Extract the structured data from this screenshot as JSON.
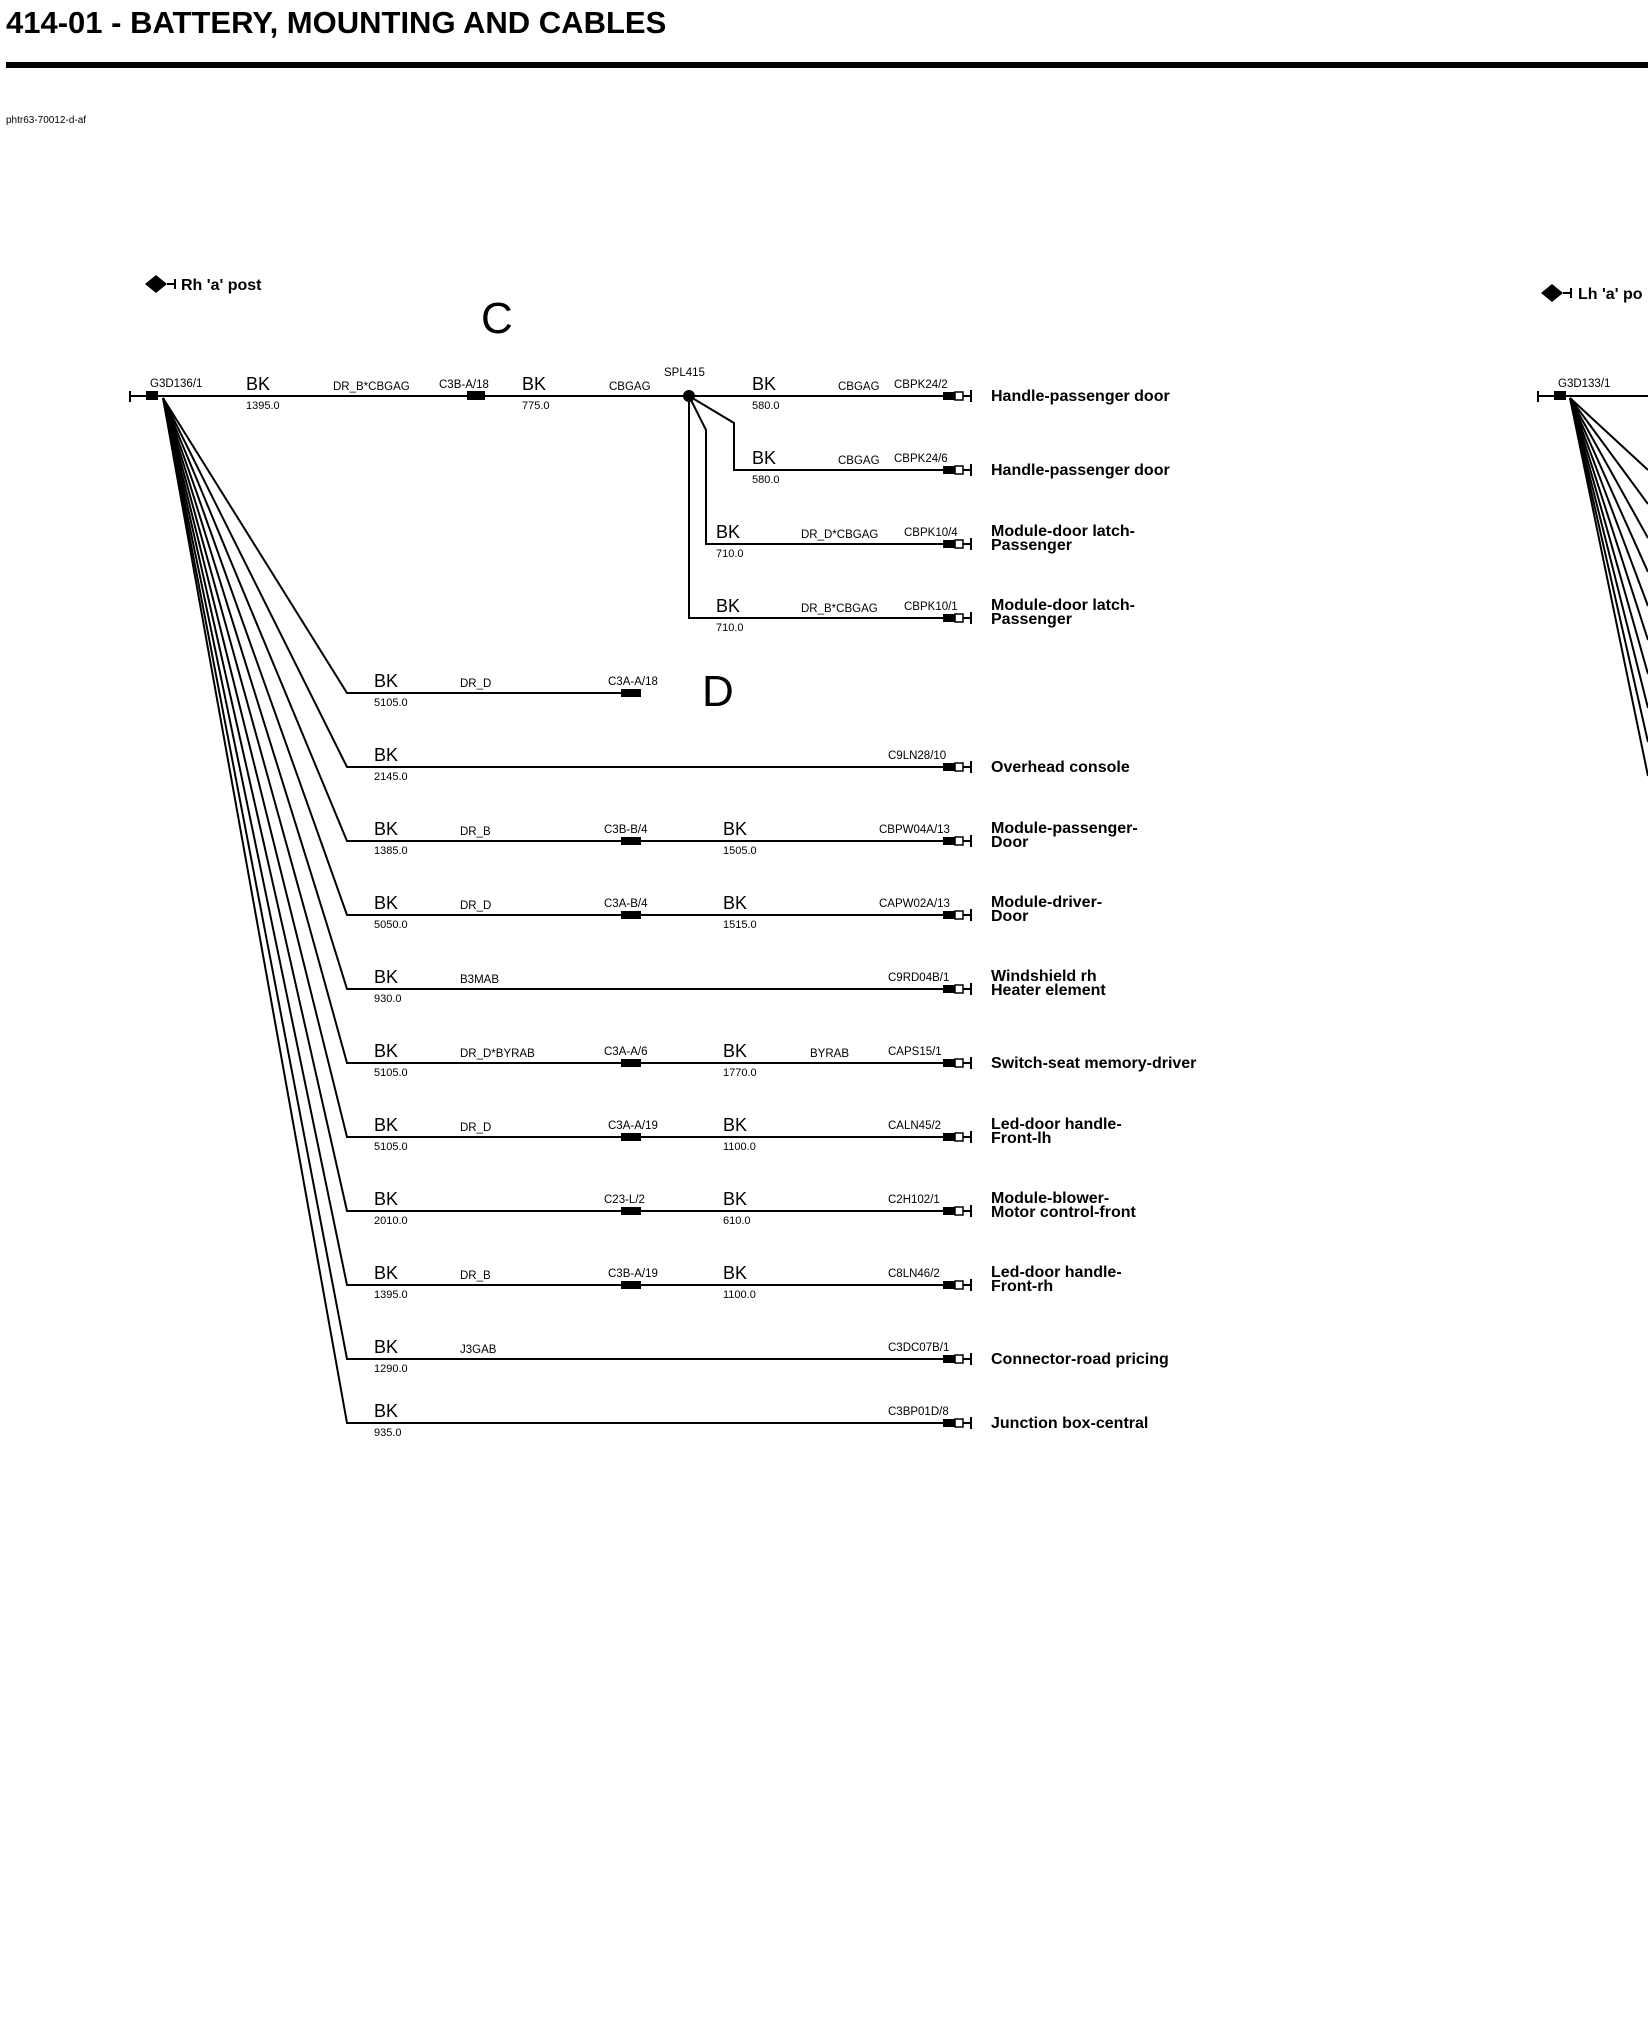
{
  "header": {
    "title": "414-01 - BATTERY, MOUNTING AND CABLES",
    "doc_id": "phtr63-70012-d-af"
  },
  "posts": {
    "right": "Rh 'a' post",
    "left": "Lh 'a' po"
  },
  "grounds": {
    "right": "G3D136/1",
    "left": "G3D133/1"
  },
  "splice": "SPL415",
  "markers": {
    "c": "C",
    "d": "D"
  },
  "top_run": {
    "seg1": {
      "color": "BK",
      "length": "1395.0",
      "circuit": "DR_B*CBGAG"
    },
    "connector": "C3B-A/18",
    "seg2": {
      "color": "BK",
      "length": "775.0",
      "circuit": "CBGAG"
    }
  },
  "splice_branches": [
    {
      "color": "BK",
      "length": "580.0",
      "circuit": "CBGAG",
      "connector": "CBPK24/2",
      "dest": [
        "Handle-passenger door"
      ]
    },
    {
      "color": "BK",
      "length": "580.0",
      "circuit": "CBGAG",
      "connector": "CBPK24/6",
      "dest": [
        "Handle-passenger door"
      ]
    },
    {
      "color": "BK",
      "length": "710.0",
      "circuit": "DR_D*CBGAG",
      "connector": "CBPK10/4",
      "dest": [
        "Module-door latch-",
        "Passenger"
      ]
    },
    {
      "color": "BK",
      "length": "710.0",
      "circuit": "DR_B*CBGAG",
      "connector": "CBPK10/1",
      "dest": [
        "Module-door latch-",
        "Passenger"
      ]
    }
  ],
  "ground_branches": [
    {
      "color1": "BK",
      "len1": "5105.0",
      "circuit": "DR_D",
      "mid": "C3A-A/18",
      "color2": "",
      "len2": "",
      "circuit2": "",
      "end": "",
      "dest": []
    },
    {
      "color1": "BK",
      "len1": "2145.0",
      "circuit": "",
      "mid": "",
      "color2": "",
      "len2": "",
      "circuit2": "",
      "end": "C9LN28/10",
      "dest": [
        "Overhead console"
      ]
    },
    {
      "color1": "BK",
      "len1": "1385.0",
      "circuit": "DR_B",
      "mid": "C3B-B/4",
      "color2": "BK",
      "len2": "1505.0",
      "circuit2": "",
      "end": "CBPW04A/13",
      "dest": [
        "Module-passenger-",
        "Door"
      ]
    },
    {
      "color1": "BK",
      "len1": "5050.0",
      "circuit": "DR_D",
      "mid": "C3A-B/4",
      "color2": "BK",
      "len2": "1515.0",
      "circuit2": "",
      "end": "CAPW02A/13",
      "dest": [
        "Module-driver-",
        "Door"
      ]
    },
    {
      "color1": "BK",
      "len1": "930.0",
      "circuit": "B3MAB",
      "mid": "",
      "color2": "",
      "len2": "",
      "circuit2": "",
      "end": "C9RD04B/1",
      "dest": [
        "Windshield rh",
        "Heater element"
      ]
    },
    {
      "color1": "BK",
      "len1": "5105.0",
      "circuit": "DR_D*BYRAB",
      "mid": "C3A-A/6",
      "color2": "BK",
      "len2": "1770.0",
      "circuit2": "BYRAB",
      "end": "CAPS15/1",
      "dest": [
        "Switch-seat memory-driver"
      ]
    },
    {
      "color1": "BK",
      "len1": "5105.0",
      "circuit": "DR_D",
      "mid": "C3A-A/19",
      "color2": "BK",
      "len2": "1100.0",
      "circuit2": "",
      "end": "CALN45/2",
      "dest": [
        "Led-door handle-",
        "Front-lh"
      ]
    },
    {
      "color1": "BK",
      "len1": "2010.0",
      "circuit": "",
      "mid": "C23-L/2",
      "color2": "BK",
      "len2": "610.0",
      "circuit2": "",
      "end": "C2H102/1",
      "dest": [
        "Module-blower-",
        "Motor control-front"
      ]
    },
    {
      "color1": "BK",
      "len1": "1395.0",
      "circuit": "DR_B",
      "mid": "C3B-A/19",
      "color2": "BK",
      "len2": "1100.0",
      "circuit2": "",
      "end": "C8LN46/2",
      "dest": [
        "Led-door handle-",
        "Front-rh"
      ]
    },
    {
      "color1": "BK",
      "len1": "1290.0",
      "circuit": "J3GAB",
      "mid": "",
      "color2": "",
      "len2": "",
      "circuit2": "",
      "end": "C3DC07B/1",
      "dest": [
        "Connector-road pricing"
      ]
    },
    {
      "color1": "BK",
      "len1": "935.0",
      "circuit": "",
      "mid": "",
      "color2": "",
      "len2": "",
      "circuit2": "",
      "end": "C3BP01D/8",
      "dest": [
        "Junction box-central"
      ]
    }
  ]
}
